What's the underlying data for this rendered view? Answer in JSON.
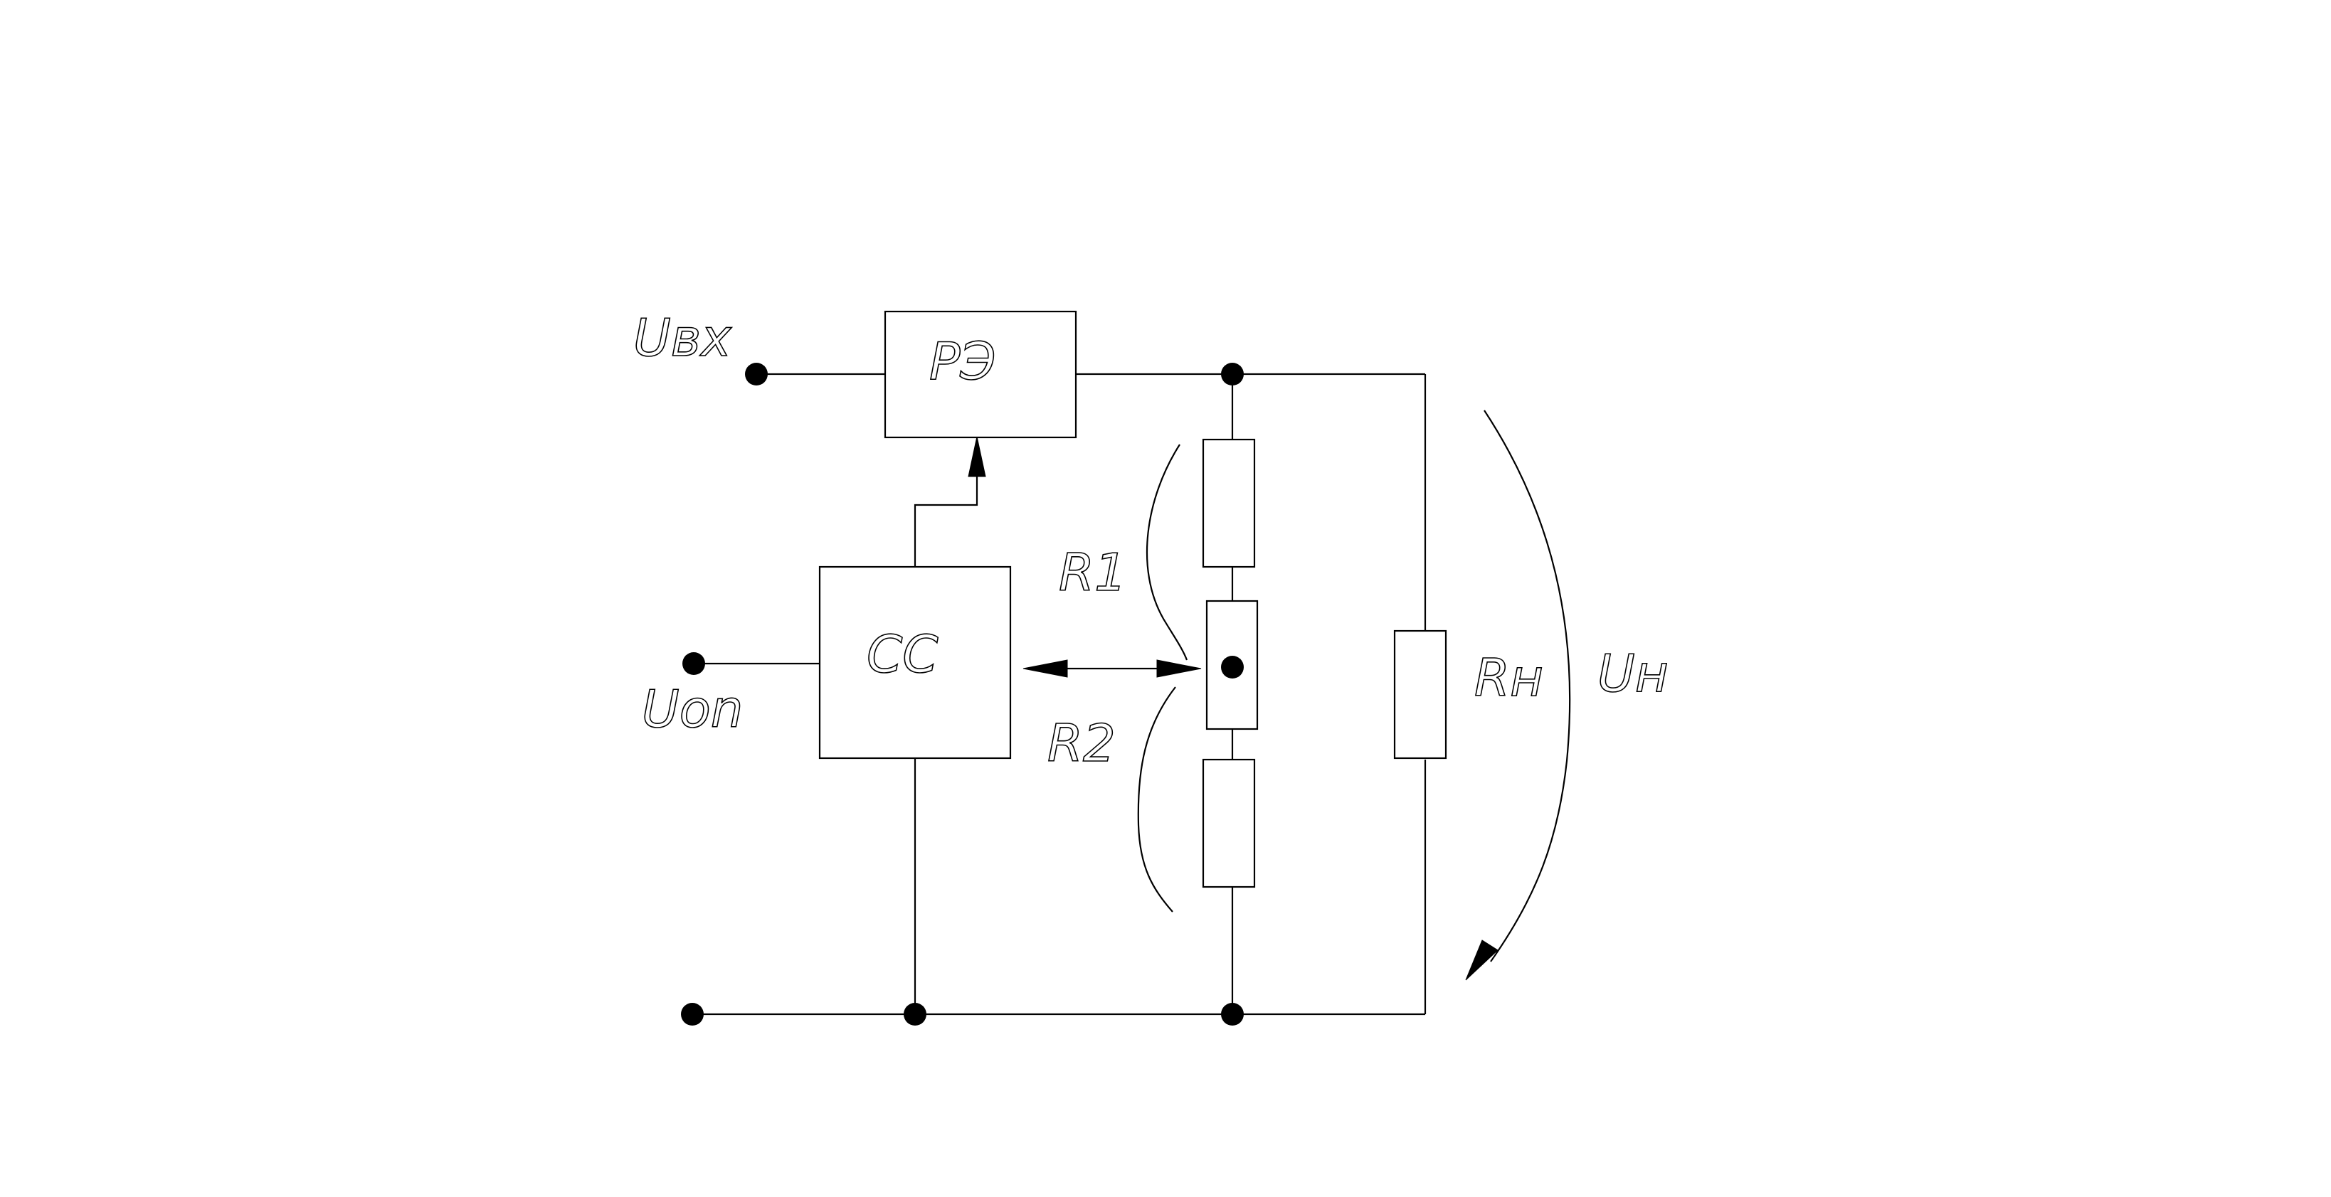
{
  "diagram": {
    "labels": {
      "u_in": "Uвх",
      "reg_element": "РЭ",
      "comparison": "СС",
      "u_ref": "Uon",
      "r1": "R1",
      "r2": "R2",
      "r_load": "Rн",
      "u_load": "Uн"
    },
    "colors": {
      "ink": "#000000",
      "background": "#ffffff"
    }
  }
}
